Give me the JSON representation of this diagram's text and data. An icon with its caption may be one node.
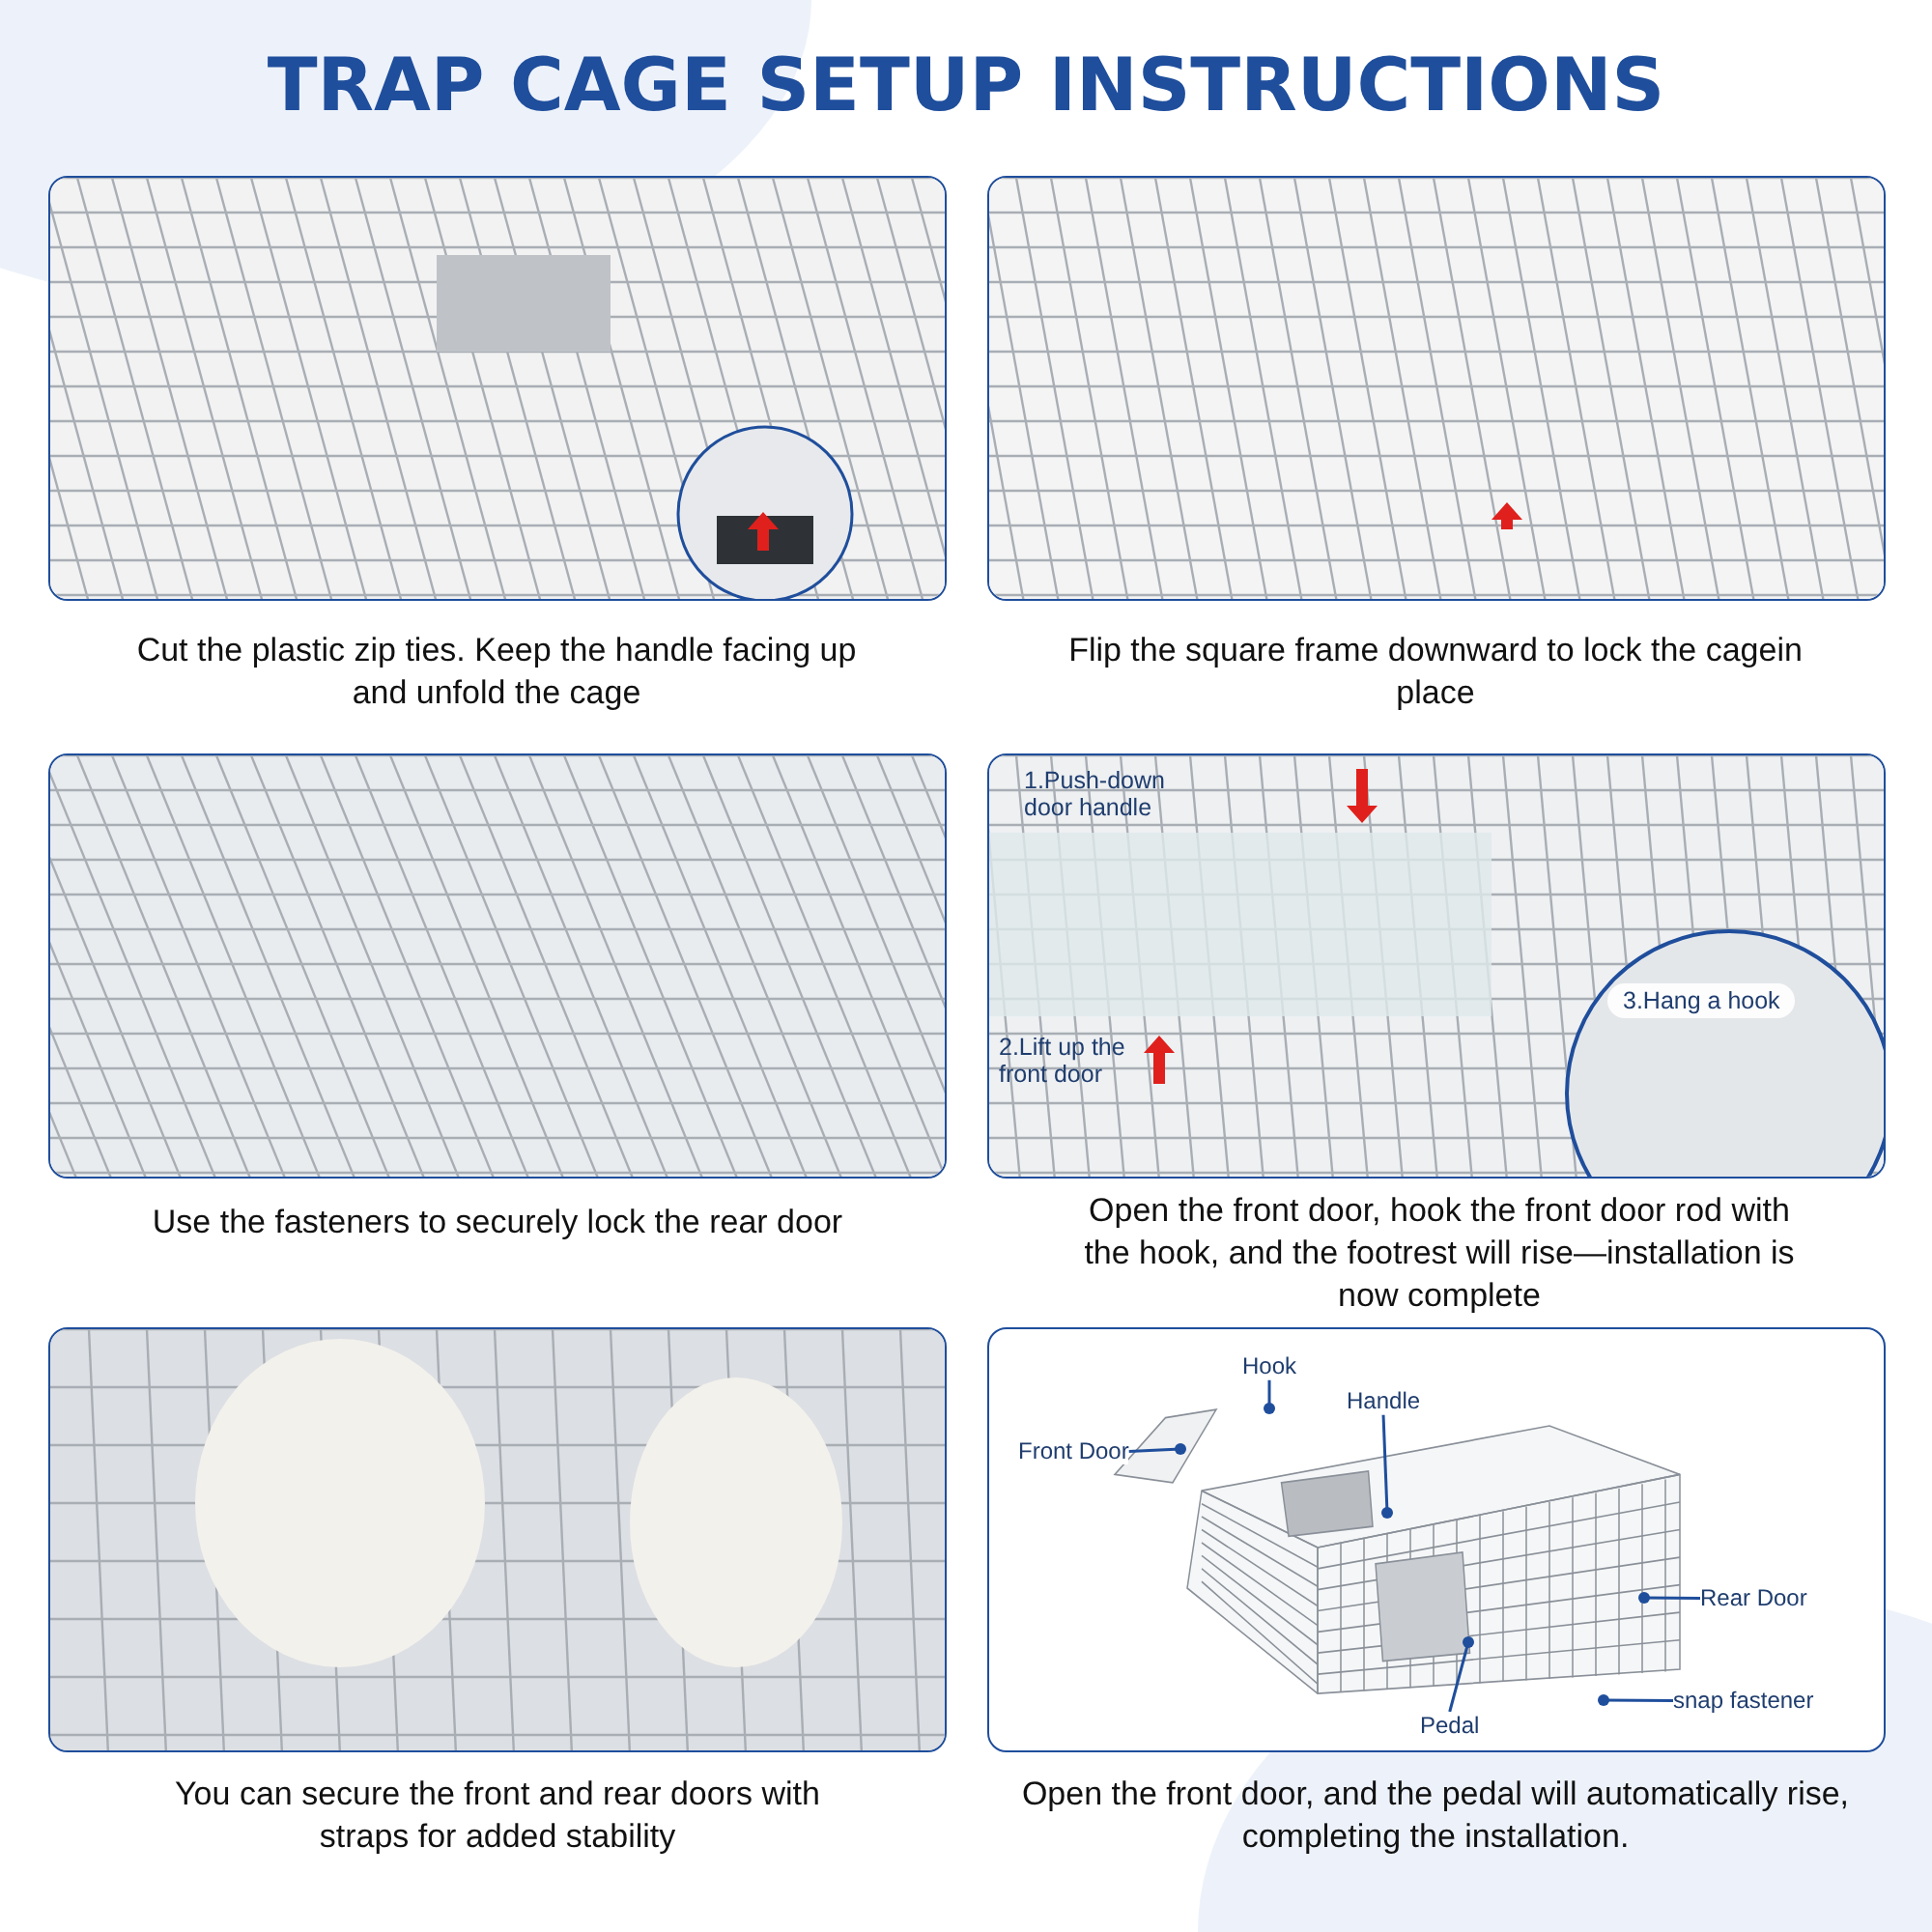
{
  "diagram": {
    "title": "TRAP CAGE SETUP INSTRUCTIONS",
    "nodes": [
      {
        "text": [
          "Hook"
        ]
      },
      {
        "text": [
          "Handle"
        ]
      },
      {
        "text": [
          "Front Door"
        ]
      },
      {
        "text": [
          "Rear Door"
        ]
      },
      {
        "text": [
          "Pedal"
        ]
      },
      {
        "text": [
          "snap fastener"
        ]
      }
    ],
    "edges": [
      {
        "from": 0,
        "to": null,
        "arrow": "other"
      },
      {
        "from": 1,
        "to": null,
        "arrow": "other"
      },
      {
        "from": 2,
        "to": null,
        "arrow": "other"
      },
      {
        "from": 3,
        "to": null,
        "arrow": "other"
      },
      {
        "from": 4,
        "to": null,
        "arrow": "other"
      },
      {
        "from": 5,
        "to": null,
        "arrow": "other"
      }
    ],
    "labels": [
      "Cut the plastic zip ties. Keep the handle facing up and unfold the cage",
      "Flip the square frame downward to lock the cagein place",
      "1.Push-down door handle",
      "2.Lift up the front door",
      "3.Hang a hook",
      "Use the fasteners to securely lock the rear door",
      "Open the front door, hook the front door rod with the hook, and the footrest will rise—installation is now complete",
      "You can secure the front and rear doors with straps for added stability",
      "Open the front door, and the pedal will automatically rise, completing the installation."
    ]
  }
}
